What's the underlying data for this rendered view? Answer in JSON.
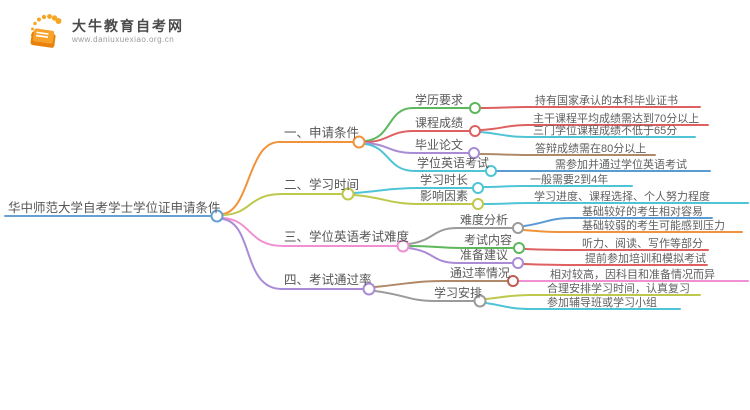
{
  "logo": {
    "title": "大牛教育自考网",
    "url": "www.daniuxuexiao.org.cn",
    "icon": "orange-book-with-sun-dots"
  },
  "root": {
    "label": "华中师范大学自考学士学位证申请条件"
  },
  "branches": [
    {
      "label": "一、申请条件",
      "children": [
        {
          "label": "学历要求",
          "leaves": [
            "持有国家承认的本科毕业证书"
          ]
        },
        {
          "label": "课程成绩",
          "leaves": [
            "主干课程平均成绩需达到70分以上",
            "三门学位课程成绩不低于65分"
          ]
        },
        {
          "label": "毕业论文",
          "leaves": [
            "答辩成绩需在80分以上"
          ]
        },
        {
          "label": "学位英语考试",
          "leaves": [
            "需参加并通过学位英语考试"
          ]
        }
      ]
    },
    {
      "label": "二、学习时间",
      "children": [
        {
          "label": "学习时长",
          "leaves": [
            "一般需要2到4年"
          ]
        },
        {
          "label": "影响因素",
          "leaves": [
            "学习进度、课程选择、个人努力程度"
          ]
        }
      ]
    },
    {
      "label": "三、学位英语考试难度",
      "children": [
        {
          "label": "难度分析",
          "leaves": [
            "基础较好的考生相对容易",
            "基础较弱的考生可能感到压力"
          ]
        },
        {
          "label": "考试内容",
          "leaves": [
            "听力、阅读、写作等部分"
          ]
        },
        {
          "label": "准备建议",
          "leaves": [
            "提前参加培训和模拟考试"
          ]
        }
      ]
    },
    {
      "label": "四、考试通过率",
      "children": [
        {
          "label": "通过率情况",
          "leaves": [
            "相对较高，因科目和准备情况而异"
          ]
        },
        {
          "label": "学习安排",
          "leaves": [
            "合理安排学习时间，认真复习",
            "参加辅导班或学习小组"
          ]
        }
      ]
    }
  ],
  "colors": {
    "root_blue": "#64a0d2",
    "orange": "#ef933c",
    "olive": "#bec84c",
    "pink": "#f090d2",
    "purple": "#a98bd6",
    "green": "#5db75d",
    "red": "#df6060",
    "cyan": "#4ec4d6",
    "blue": "#5b9bd5",
    "gray": "#9b9b9b",
    "brown": "#b08968",
    "brown_red": "#c25b52",
    "logo_orange": "#f59a23"
  }
}
